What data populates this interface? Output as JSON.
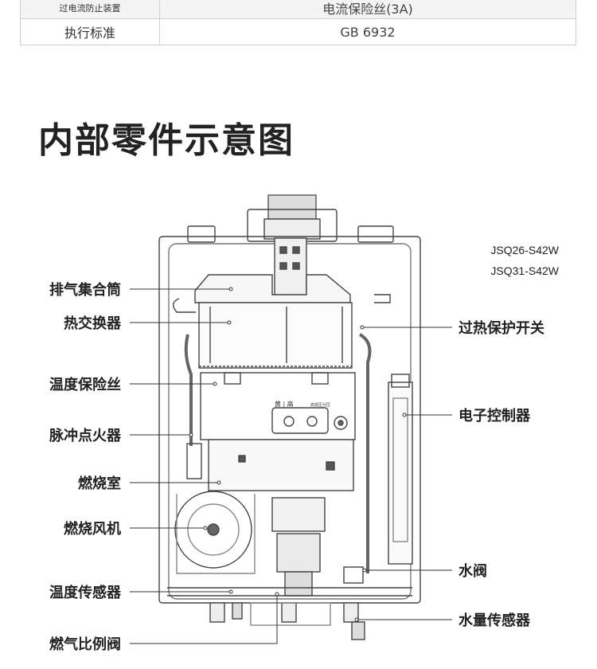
{
  "spec_table": {
    "rows": [
      {
        "key": "过电流防止装置",
        "value": "电流保险丝(3A)"
      },
      {
        "key": "执行标准",
        "value": "GB 6932"
      }
    ]
  },
  "section_title": "内部零件示意图",
  "models": [
    "JSQ26-S42W",
    "JSQ31-S42W"
  ],
  "labels": {
    "left": [
      "排气集合筒",
      "热交换器",
      "温度保险丝",
      "脉冲点火器",
      "燃烧室",
      "燃烧风机",
      "温度传感器",
      "燃气比例阀"
    ],
    "right": [
      "过热保护开关",
      "电子控制器",
      "水阀",
      "水量传感器"
    ]
  },
  "panel_text": {
    "marks": "黄 | 高",
    "small": "高低压分压"
  }
}
